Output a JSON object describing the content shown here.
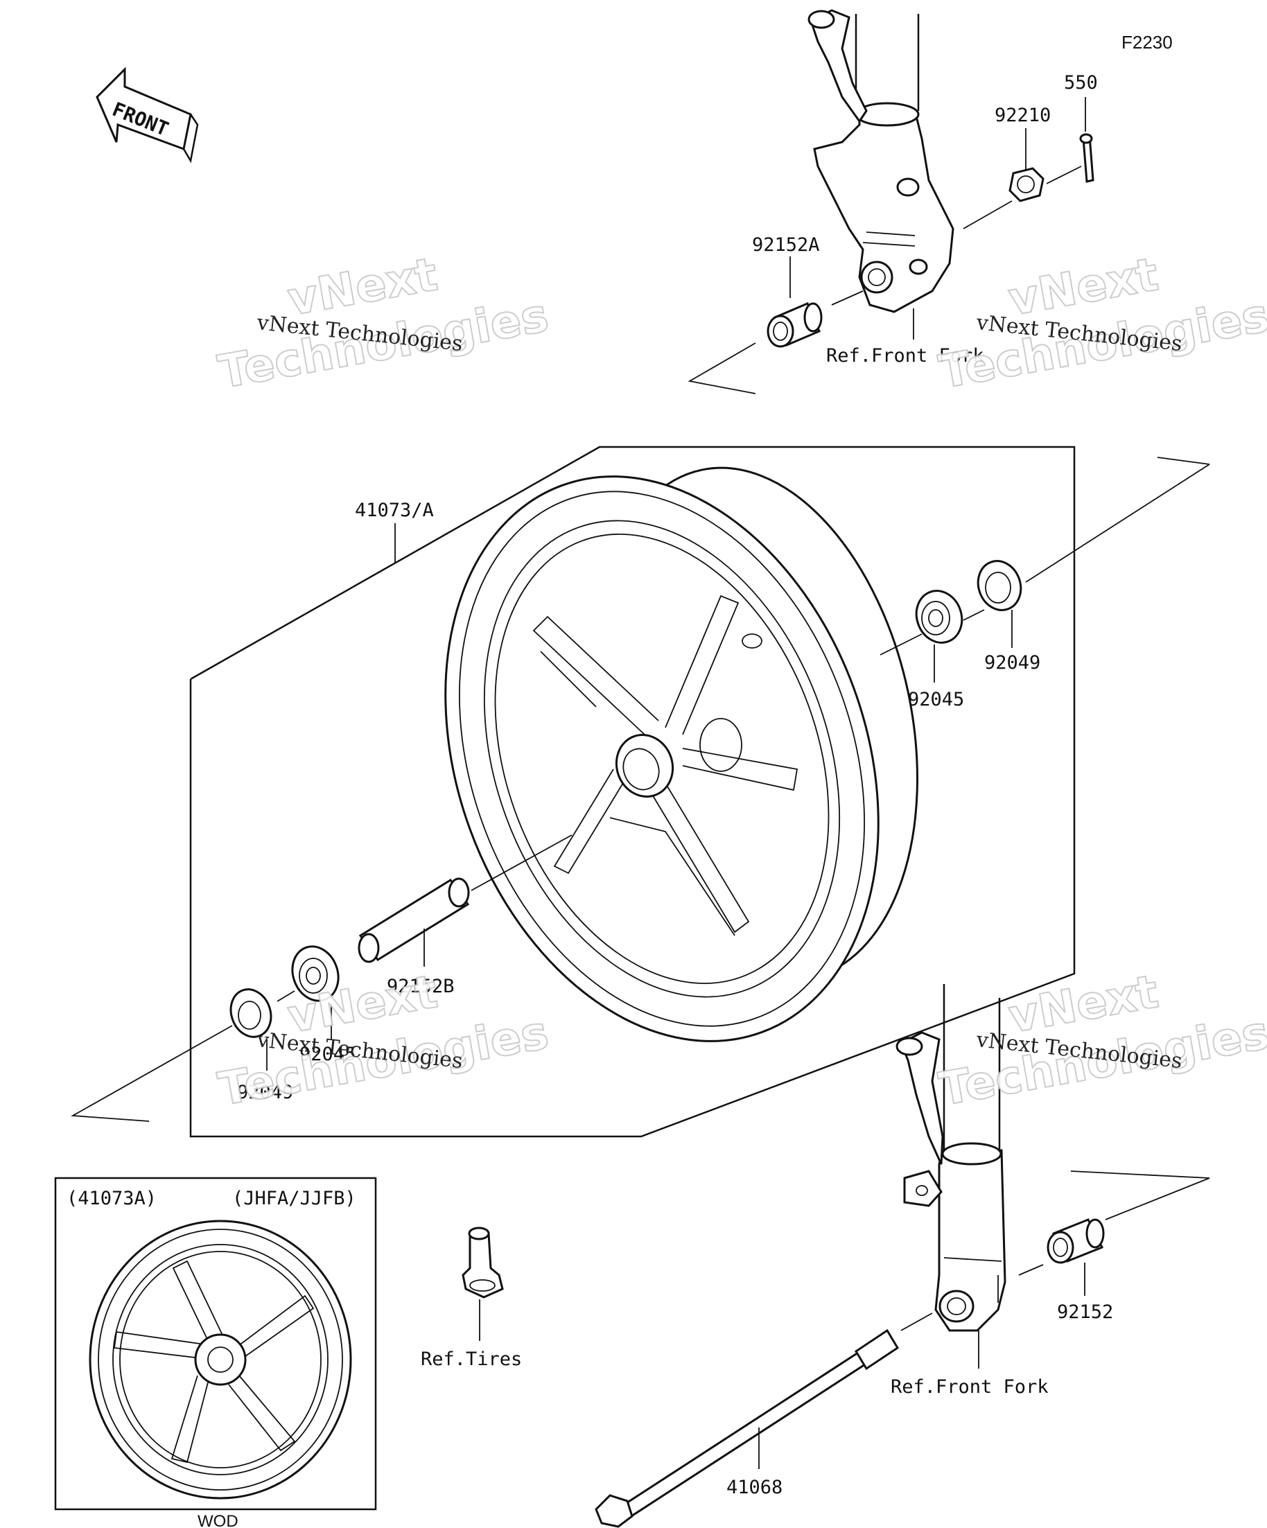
{
  "diagram_code": "F2230",
  "front_arrow": "FRONT",
  "labels": {
    "p550": "550",
    "p92210": "92210",
    "p92152A": "92152A",
    "ref_front_fork_top": "Ref.Front Fork",
    "p41073A": "41073/A",
    "p92049_right": "92049",
    "p92045_right": "92045",
    "p92152B": "92152B",
    "p92045_left": "92045",
    "p92049_left": "92049",
    "p92152": "92152",
    "ref_front_fork_bottom": "Ref.Front Fork",
    "ref_tires": "Ref.Tires",
    "p41068": "41068"
  },
  "inset": {
    "part_label": "(41073A)",
    "models_label": "(JHFA/JJFB)",
    "color_code": "WOD"
  },
  "watermark": {
    "line1": "vNext Technologies",
    "big1": "vNext",
    "big2": "Technologies"
  }
}
